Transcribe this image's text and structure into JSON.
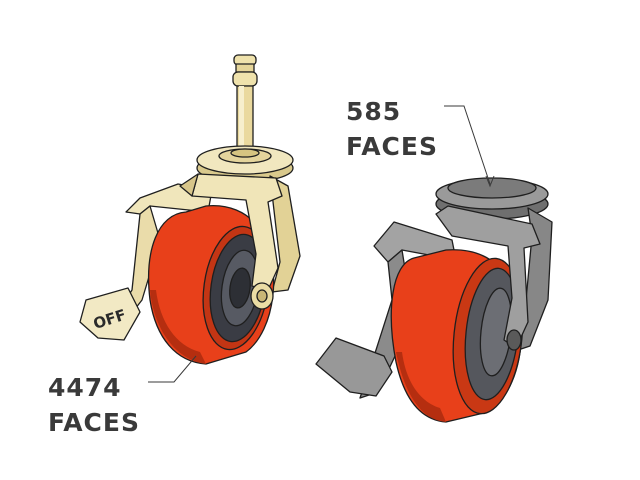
{
  "labels": {
    "right": {
      "count": "585",
      "unit": "FACES"
    },
    "left": {
      "count": "4474",
      "unit": "FACES"
    }
  },
  "brake_pedal_text": "OFF",
  "colors": {
    "wheel_red": "#e8401a",
    "wheel_red_dark": "#b52e10",
    "hub_dark": "#3a3c44",
    "brass": "#eee3b4",
    "brass_shade": "#cdbd84",
    "grey_metal": "#8e8e8e",
    "grey_metal_dark": "#5f5f5f",
    "label_text": "#3a3a3a"
  }
}
